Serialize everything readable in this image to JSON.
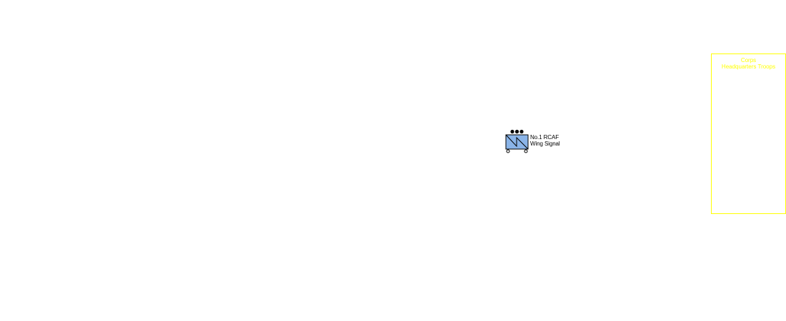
{
  "unit": {
    "name_line1": "No.1 RCAF",
    "name_line2": "Wing Signal",
    "symbol": "signal-unit-icon",
    "size_indicator": "regiment-dots",
    "mobility": "wheeled",
    "fill_color": "#8ab4e8"
  },
  "formation": {
    "title_line1": "Corps",
    "title_line2": "Headquarters Troops",
    "border_color": "#ffff00",
    "text_color": "#ffff00"
  }
}
